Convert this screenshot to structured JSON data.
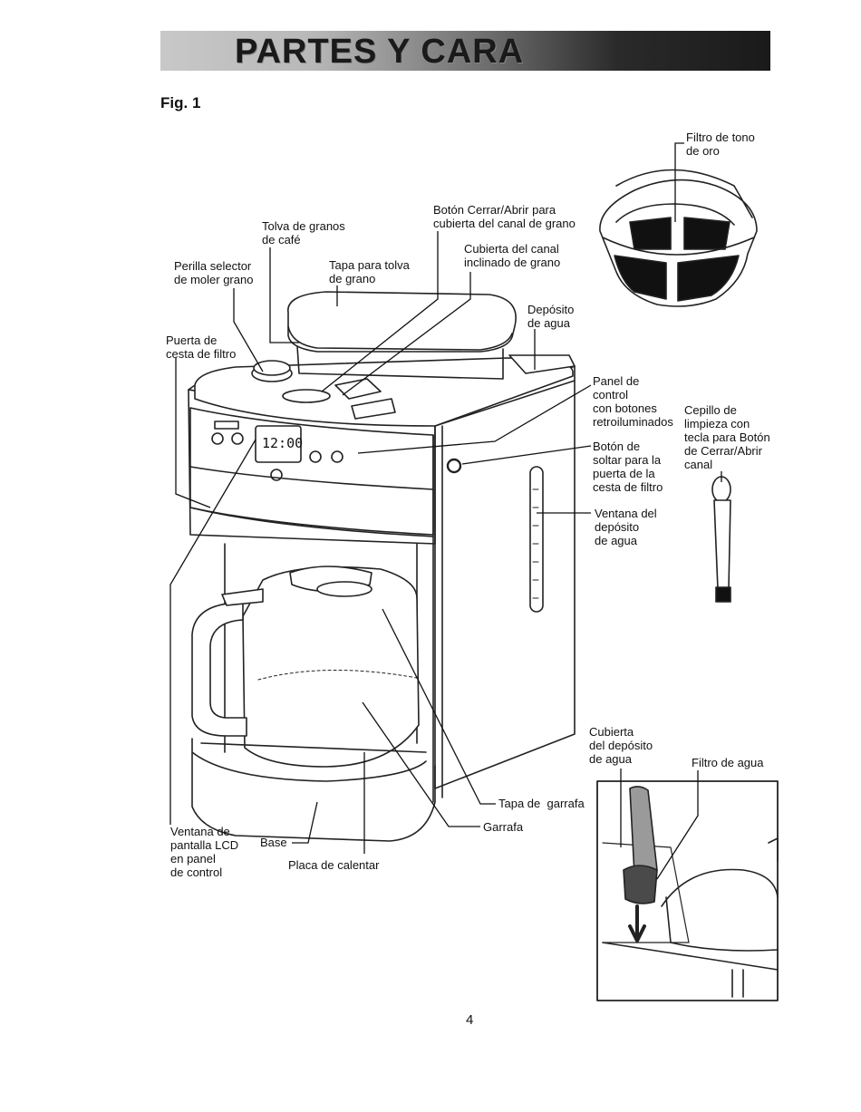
{
  "header": {
    "title": "PARTES Y CARA"
  },
  "figure": {
    "label": "Fig. 1"
  },
  "labels": {
    "filter_gold": "Filtro de tono\nde oro",
    "grind_button": "Botón Cerrar/Abrir para\ncubierta del canal de grano",
    "bean_hopper": "Tolva de granos\nde café",
    "grinder_chute_cover": "Cubierta del canal\ninclinado de grano",
    "grind_selector": "Perilla selector\nde moler grano",
    "hopper_lid": "Tapa para tolva\nde grano",
    "water_reservoir": "Depósito\nde agua",
    "filter_door": "Puerta de\ncesta de filtro",
    "control_panel": "Panel de\ncontrol\ncon botones\nretroiluminados",
    "cleaning_brush": "Cepillo de\nlimpieza con\ntecla para Botón\nde Cerrar/Abrir\ncanal",
    "door_release": "Botón de\nsoltar para la\npuerta de la\ncesta de filtro",
    "water_window": "Ventana del\ndepósito\nde agua",
    "reservoir_cover": "Cubierta\ndel depósito\nde agua",
    "water_filter": "Filtro de agua",
    "carafe_lid": "Tapa de  garrafa",
    "carafe": "Garrafa",
    "lcd_window": "Ventana de\npantalla LCD\nen panel\nde control",
    "base": "Base",
    "warming_plate": "Placa de calentar"
  },
  "display": {
    "time": "12:00"
  },
  "page_number": "4"
}
